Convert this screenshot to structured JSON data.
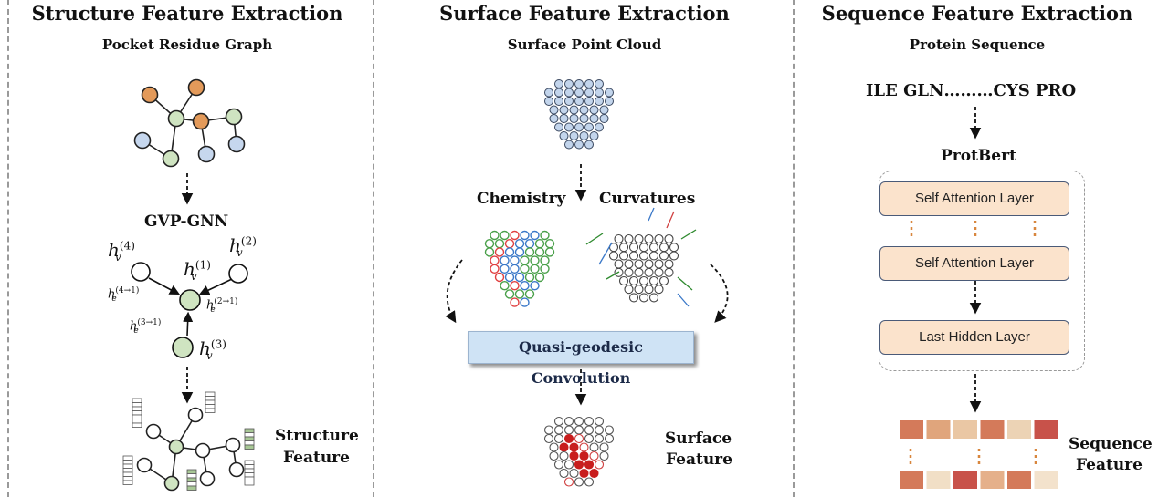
{
  "panels": {
    "structure": {
      "title": "Structure Feature Extraction",
      "subtitle": "Pocket Residue Graph",
      "model": "GVP-GNN",
      "node_labels": [
        "h",
        "(4)",
        "v",
        "h",
        "(2)",
        "v",
        "h",
        "(1)",
        "v",
        "h",
        "(3)",
        "v"
      ],
      "edge_labels": [
        "h",
        "(4→1)",
        "e",
        "h",
        "(2→1)",
        "e",
        "h",
        "(3→1)",
        "e"
      ],
      "output_label_line1": "Structure",
      "output_label_line2": "Feature"
    },
    "surface": {
      "title": "Surface Feature Extraction",
      "subtitle": "Surface Point Cloud",
      "chemistry": "Chemistry",
      "curvatures": "Curvatures",
      "conv": "Quasi-geodesic Convolution",
      "output_label_line1": "Surface",
      "output_label_line2": "Feature"
    },
    "sequence": {
      "title": "Sequence  Feature Extraction",
      "subtitle": "Protein Sequence",
      "sequence_text": "ILE GLN………CYS PRO",
      "model": "ProtBert",
      "layer1": "Self Attention Layer",
      "layer2": "Self Attention Layer",
      "layer3": "Last Hidden Layer",
      "output_label_line1": "Sequence",
      "output_label_line2": "Feature"
    }
  },
  "colors": {
    "orange_node": "#e39a5a",
    "green_node": "#cfe4c1",
    "blue_node": "#c6d7ee",
    "conv_fill": "#cfe3f5",
    "attn_fill": "#fbe3cc"
  }
}
